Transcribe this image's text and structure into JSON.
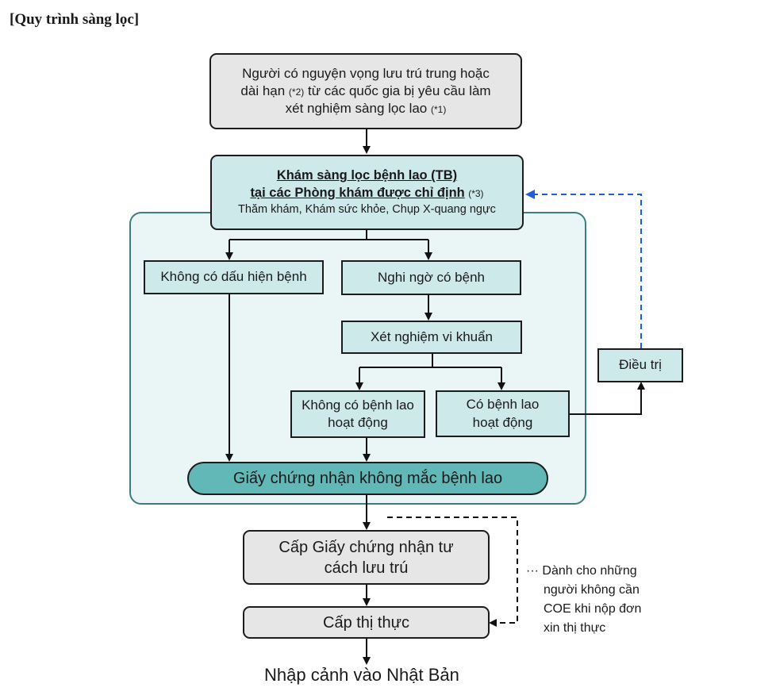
{
  "heading": "[Quy trình sàng lọc]",
  "boxes": {
    "applicant": {
      "line1": "Người có nguyện vọng lưu trú trung hoặc",
      "line2_a": "dài hạn ",
      "line2_sup": "(*2)",
      "line2_b": " từ các quốc gia bị yêu cầu làm",
      "line3_a": "xét nghiệm sàng lọc lao ",
      "line3_sup": "(*1)"
    },
    "screening": {
      "title1": "Khám sàng lọc bệnh lao (TB)",
      "title2": "tại các Phòng khám được chỉ định",
      "title2_sup": "(*3)",
      "subtitle": "Thăm khám, Khám sức khỏe, Chụp X-quang ngực"
    },
    "no_signs": "Không có dấu hiện bệnh",
    "suspected": "Nghi ngờ có bệnh",
    "bacteria_test": "Xét nghiệm vi khuẩn",
    "no_active_tb_1": "Không có bệnh lao",
    "no_active_tb_2": "hoạt động",
    "active_tb_1": "Có bệnh lao",
    "active_tb_2": "hoạt động",
    "treatment": "Điều trị",
    "certificate": "Giấy chứng nhận không mắc bệnh lao",
    "coe_1": "Cấp Giấy chứng nhận tư",
    "coe_2": "cách lưu trú",
    "visa": "Cấp thị thực"
  },
  "note": {
    "line1": "··· Dành cho những",
    "line2": "người không cần",
    "line3": "COE khi nộp đơn",
    "line4": "xin thị thực"
  },
  "final": "Nhập cảnh vào Nhật Bản",
  "colors": {
    "panel_fill": "#eaf6f6",
    "panel_border": "#3d7f7c",
    "box_teal": "#cde9e9",
    "certificate_fill": "#62b8b6",
    "box_gray": "#e6e6e6",
    "dashed_blue": "#1f5fd6"
  }
}
